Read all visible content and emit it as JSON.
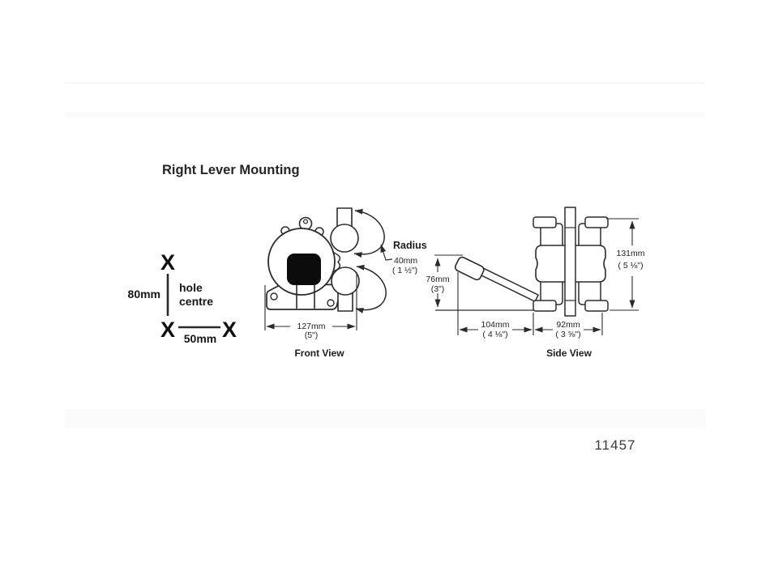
{
  "title": "Right Lever Mounting",
  "figure_number": "11457",
  "hole_diagram": {
    "x_marker": "X",
    "vertical_dim": "80mm",
    "label_line1": "hole",
    "label_line2": "centre",
    "horizontal_dim": "50mm"
  },
  "front_view": {
    "caption": "Front View",
    "radius_label": "Radius",
    "radius_mm": "40mm",
    "radius_in": "( 1 ½\")",
    "width_mm": "127mm",
    "width_in": "(5\")"
  },
  "side_view": {
    "caption": "Side View",
    "height_mm": "131mm",
    "height_in": "( 5 ⅛\")",
    "lever_height_mm": "76mm",
    "lever_height_in": "(3\")",
    "reach_mm": "104mm",
    "reach_in": "( 4 ⅛\")",
    "body_width_mm": "92mm",
    "body_width_in": "( 3 ⅝\")"
  },
  "colors": {
    "line": "#2b2b2b",
    "text": "#222222",
    "lever_pad_fill": "#0c0c0c",
    "background": "#ffffff"
  }
}
